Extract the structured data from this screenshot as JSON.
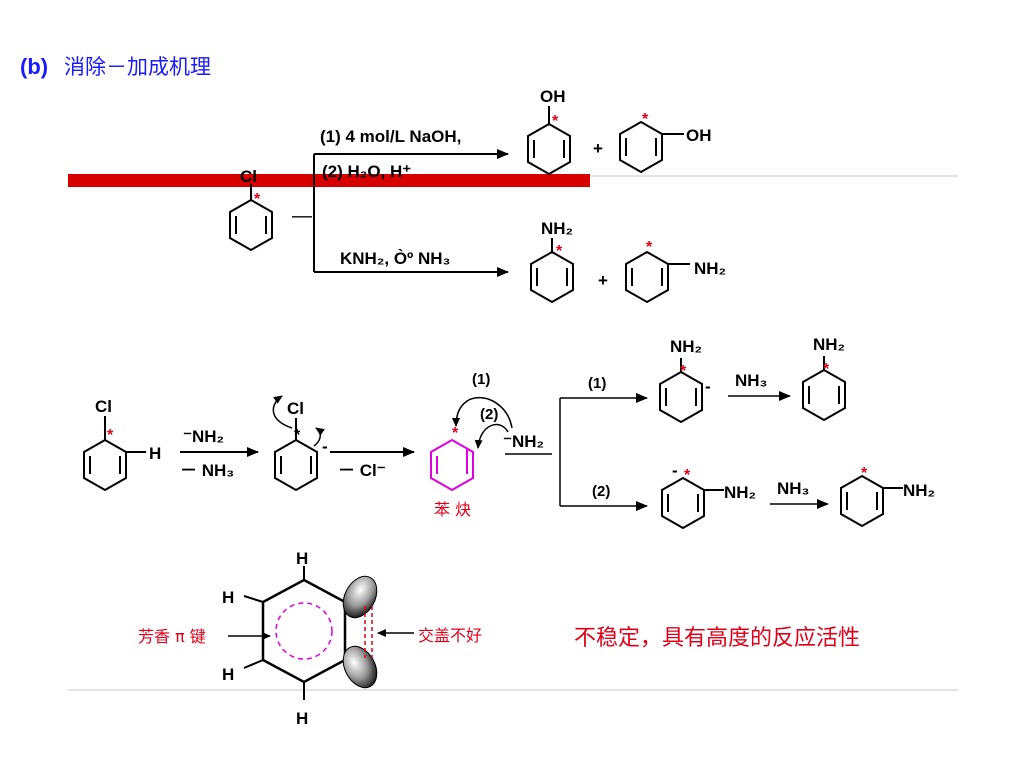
{
  "title": {
    "prefix": "(b)",
    "text": "消除－加成机理"
  },
  "colors": {
    "title_blue": "#1a1aff",
    "banner_red": "#d60000",
    "star_red": "#e0001a",
    "benzyne_magenta": "#e000e0",
    "label_red": "#e0001a",
    "rule_gray": "#c8c8c8"
  },
  "top_scheme": {
    "reactant": "Cl",
    "upper_conditions": [
      "(1) 4 mol/L NaOH,",
      "(2) H₂O, H⁺"
    ],
    "upper_products": [
      "OH",
      "OH"
    ],
    "lower_conditions": "KNH₂, Òº NH₃",
    "lower_products": [
      "NH₂",
      "NH₂"
    ],
    "plus": "+"
  },
  "mechanism": {
    "reactant_labels": [
      "Cl",
      "H"
    ],
    "step1_reagent": "⁻NH₂",
    "step1_byproduct": "－ NH₃",
    "carbanion_charge": "-",
    "leaving_group": "－ Cl⁻",
    "benzyne_name": "苯  炔",
    "attack_labels": [
      "(1)",
      "(2)"
    ],
    "nucleophile": "⁻NH₂",
    "path_labels": [
      "(1)",
      "(2)"
    ],
    "nh2": "NH₂",
    "reagent_nh3": "NH₃",
    "charge": "-"
  },
  "bottom": {
    "h_labels": [
      "H",
      "H",
      "H",
      "H"
    ],
    "aromatic_label": "芳香 π 键",
    "overlap_label": "交盖不好",
    "conclusion": "不稳定，具有高度的反应活性"
  }
}
